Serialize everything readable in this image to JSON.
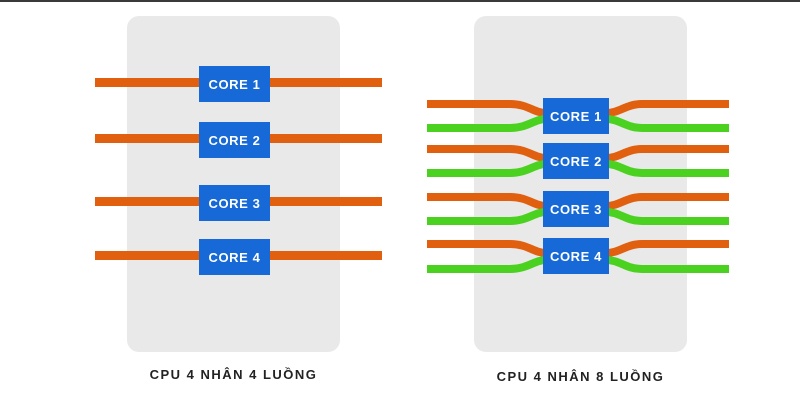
{
  "colors": {
    "panel": "#e9e9e9",
    "thread_a": "#e0600f",
    "thread_b": "#4bd11f",
    "core_fill": "#1669d6",
    "core_text": "#ffffff",
    "caption_text": "#222222"
  },
  "left_cpu": {
    "caption": "CPU 4 NHÂN 4 LUỒNG",
    "cores": [
      "CORE 1",
      "CORE 2",
      "CORE 3",
      "CORE 4"
    ]
  },
  "right_cpu": {
    "caption": "CPU 4 NHÂN 8 LUỒNG",
    "cores": [
      "CORE 1",
      "CORE 2",
      "CORE 3",
      "CORE 4"
    ]
  }
}
